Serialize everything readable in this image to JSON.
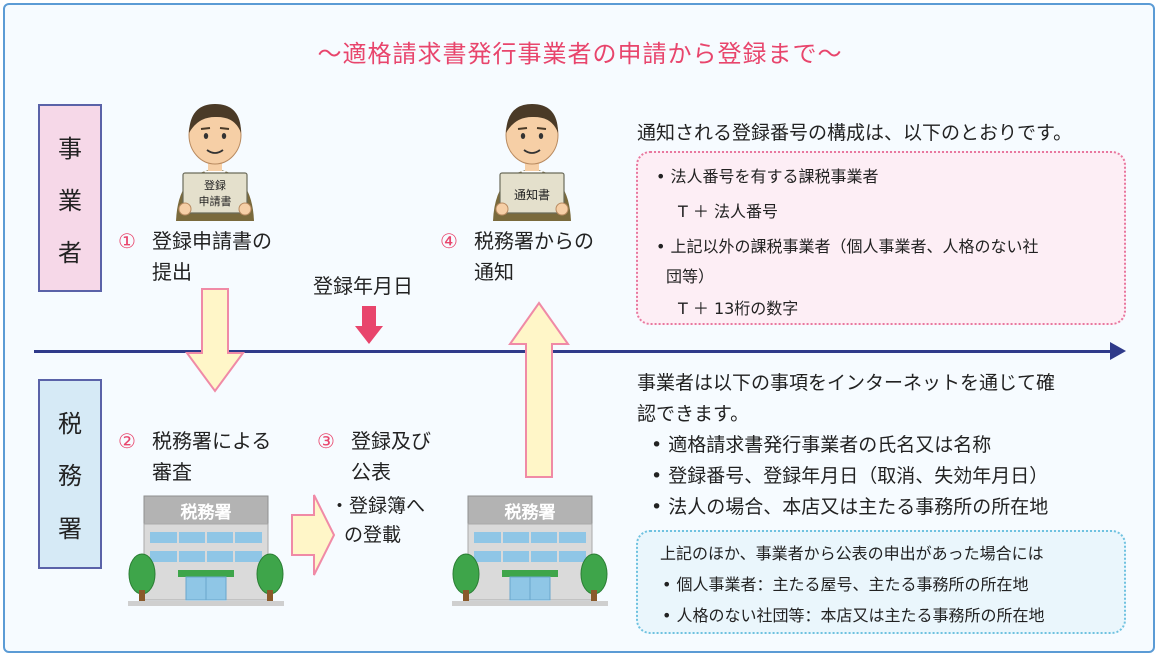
{
  "title": "～適格請求書発行事業者の申請から登録まで～",
  "lanes": {
    "top": [
      "事",
      "業",
      "者"
    ],
    "bottom": [
      "税",
      "務",
      "署"
    ]
  },
  "steps": {
    "s1": {
      "num": "①",
      "line1": "登録申請書の",
      "line2": "提出"
    },
    "s2": {
      "num": "②",
      "line1": "税務署による",
      "line2": "審査"
    },
    "s3": {
      "num": "③",
      "line1": "登録及び",
      "line2": "公表",
      "sub1": "・登録簿へ",
      "sub2": "の登載"
    },
    "s4": {
      "num": "④",
      "line1": "税務署からの",
      "line2": "通知"
    }
  },
  "docs": {
    "apply_line1": "登録",
    "apply_line2": "申請書",
    "notice": "通知書"
  },
  "office_sign": "税務署",
  "date_label": "登録年月日",
  "registration_note": {
    "heading": "通知される登録番号の構成は、以下のとおりです。",
    "lines": [
      "• 法人番号を有する課税事業者",
      "T ＋ 法人番号",
      "• 上記以外の課税事業者（個人事業者、人格のない社",
      "団等）",
      "T ＋ 13桁の数字"
    ]
  },
  "web_note": {
    "lines": [
      "事業者は以下の事項をインターネットを通じて確",
      "認できます。",
      "• 適格請求書発行事業者の氏名又は名称",
      "• 登録番号、登録年月日（取消、失効年月日）",
      "• 法人の場合、本店又は主たる事務所の所在地"
    ]
  },
  "publication_note": {
    "lines": [
      "上記のほか、事業者から公表の申出があった場合には",
      "• 個人事業者：主たる屋号、主たる事務所の所在地",
      "• 人格のない社団等：本店又は主たる事務所の所在地"
    ]
  },
  "colors": {
    "title": "#e8456c",
    "step_number": "#e8456c",
    "timeline": "#2f3a8a",
    "flow_arrow_fill": "#fff6c8",
    "flow_arrow_stroke": "#f08aa6",
    "date_arrow": "#e8456c",
    "pink_box_bg": "#fdeef5",
    "blue_box_bg": "#eaf6fc"
  }
}
